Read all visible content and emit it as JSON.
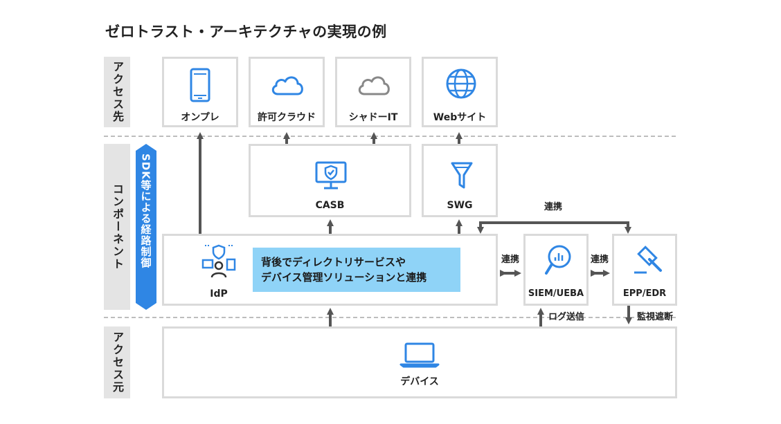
{
  "title": "ゼロトラスト・アーキテクチャの実現の例",
  "bands": {
    "top": "アクセス先",
    "middle": "コンポーネント",
    "bottom": "アクセス元"
  },
  "sdk_label": "SDK等による経路制御",
  "destinations": {
    "onprem": "オンプレ",
    "cloud": "許可クラウド",
    "shadow_it": "シャドーIT",
    "web": "Webサイト"
  },
  "components": {
    "casb": "CASB",
    "swg": "SWG",
    "idp": "IdP",
    "siem": "SIEM/UEBA",
    "edr": "EPP/EDR"
  },
  "idp_callout": {
    "line1": "背後でディレクトリサービスや",
    "line2": "デバイス管理ソリューションと連携"
  },
  "notes": {
    "link_top": "連携",
    "link_idp_siem": "連携",
    "link_siem_edr": "連携",
    "log_send": "ログ送信",
    "monitor_block": "監視遮断"
  },
  "source": {
    "devices": "デバイス"
  },
  "colors": {
    "accent_blue": "#2f86e4",
    "cloud_gray": "#888888",
    "arrow": "#555555",
    "callout": "#8fd3f7"
  }
}
